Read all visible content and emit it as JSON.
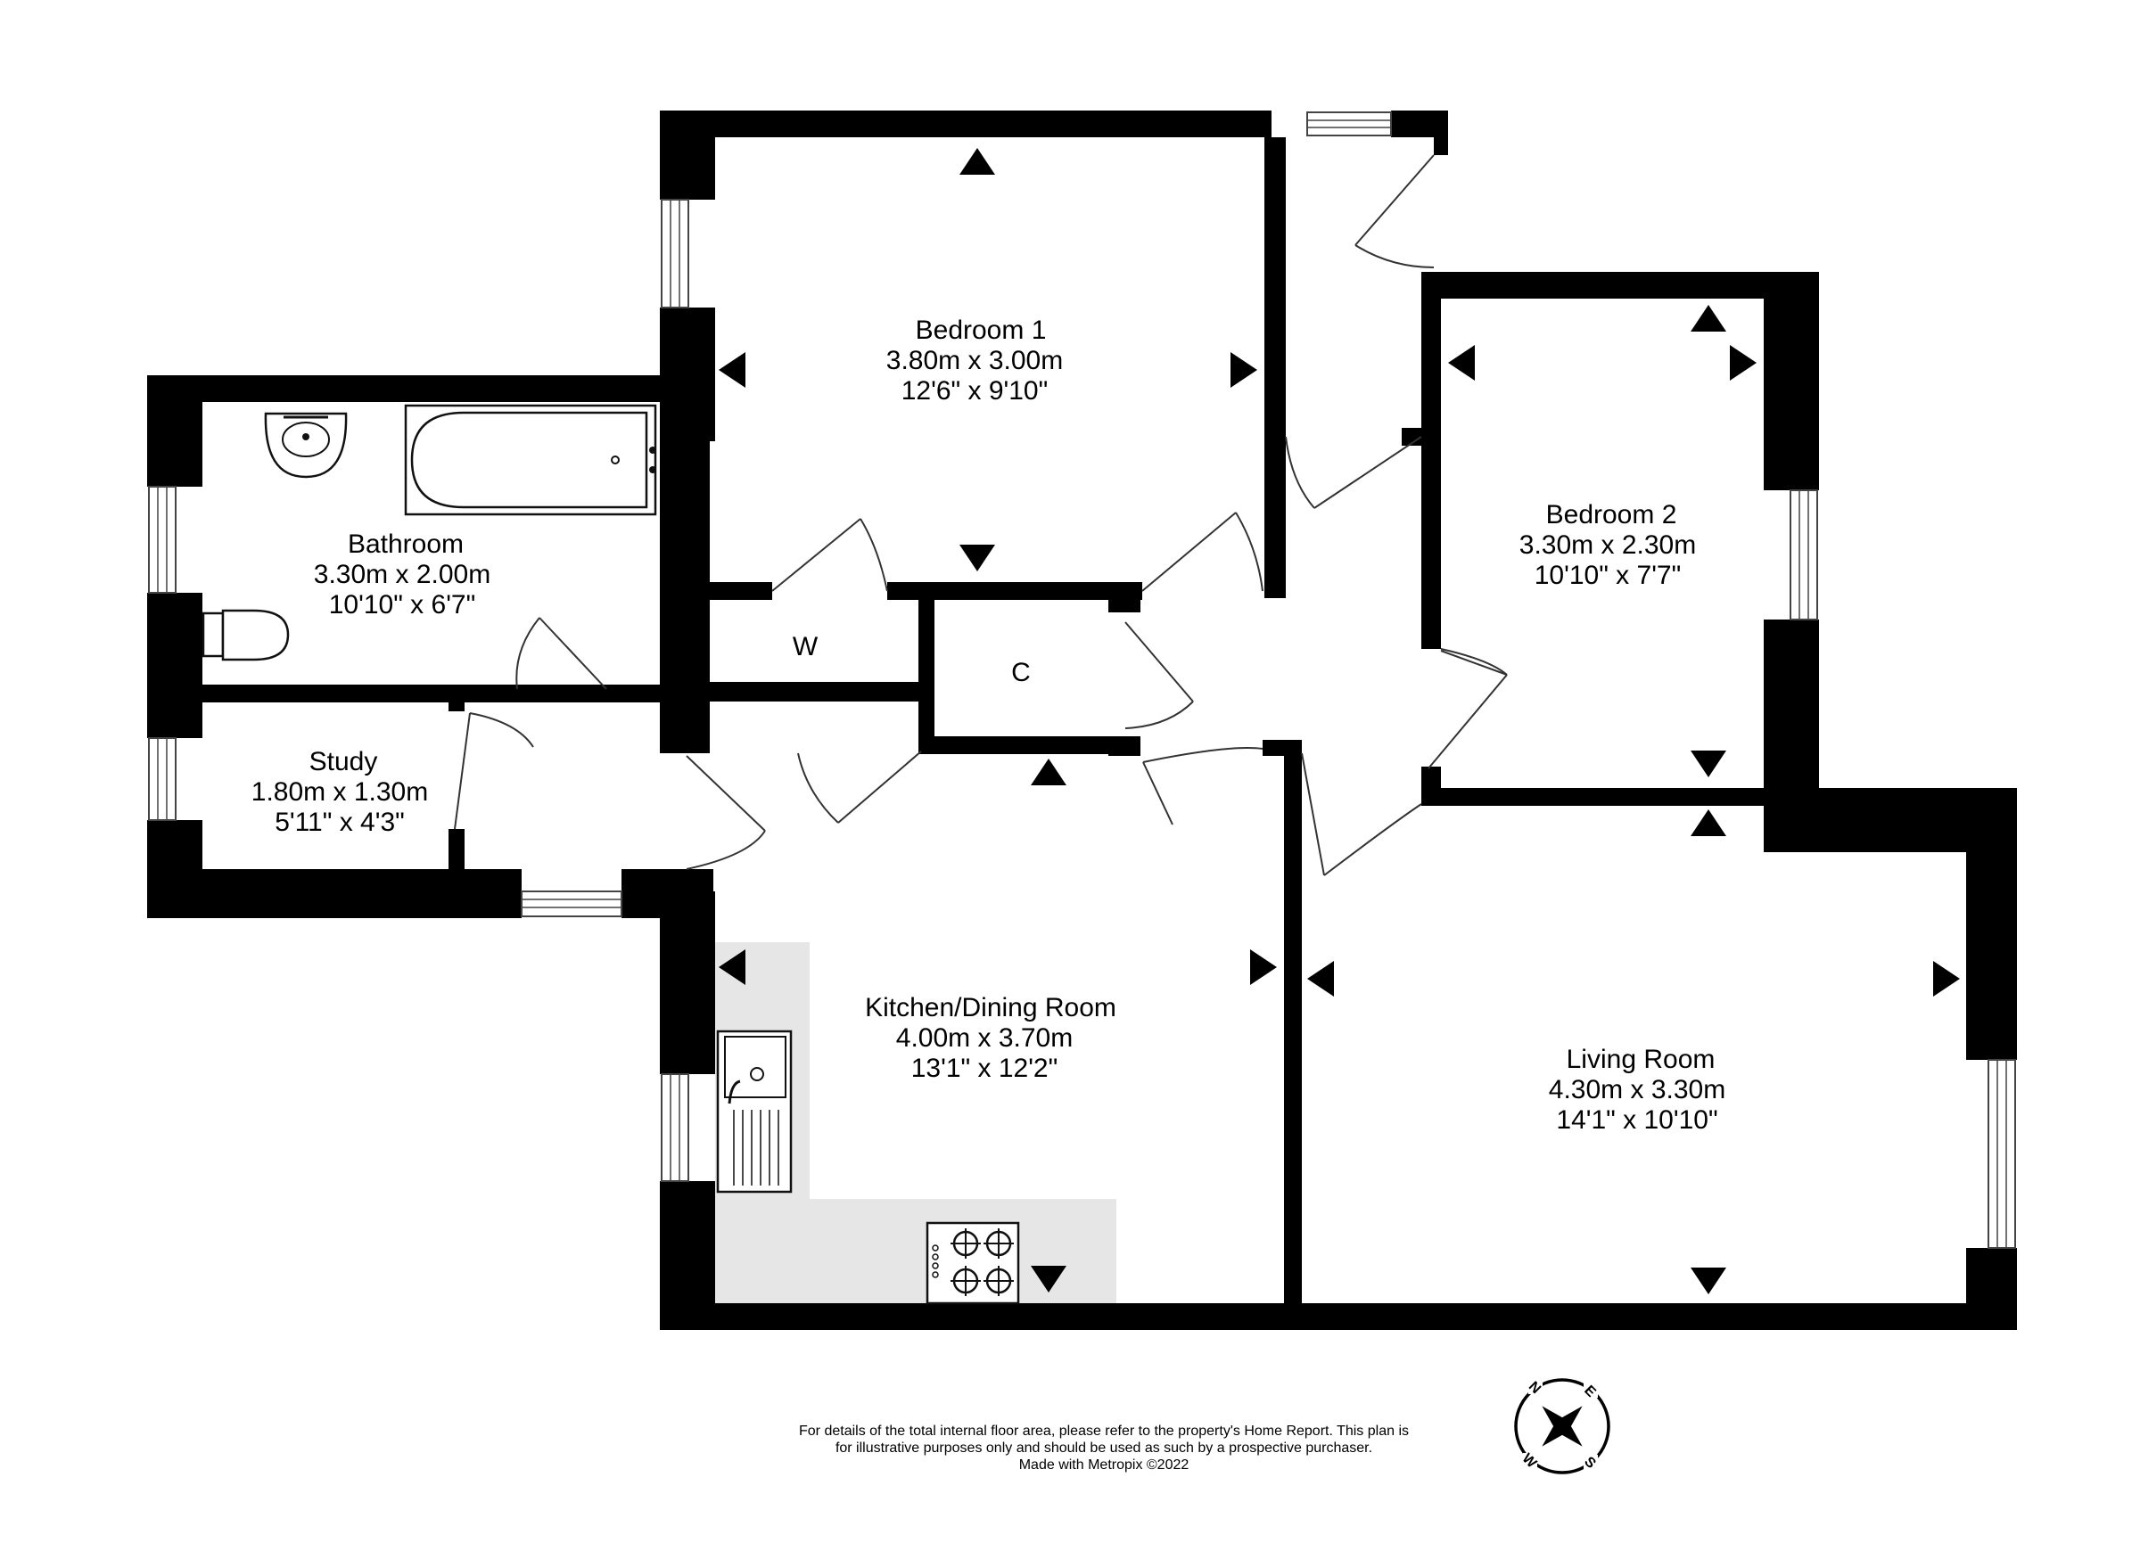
{
  "rooms": {
    "bedroom1": {
      "name": "Bedroom 1",
      "metric": "3.80m  x 3.00m",
      "imperial": "12'6\"  x 9'10\""
    },
    "bedroom2": {
      "name": "Bedroom 2",
      "metric": "3.30m  x 2.30m",
      "imperial": "10'10\"  x 7'7\""
    },
    "bathroom": {
      "name": "Bathroom",
      "metric": "3.30m  x 2.00m",
      "imperial": "10'10\"  x 6'7\""
    },
    "study": {
      "name": "Study",
      "metric": "1.80m  x 1.30m",
      "imperial": "5'11\"  x 4'3\""
    },
    "kitchen": {
      "name": "Kitchen/Dining Room",
      "metric": "4.00m  x 3.70m",
      "imperial": "13'1\"  x 12'2\""
    },
    "living": {
      "name": "Living Room",
      "metric": "4.30m  x 3.30m",
      "imperial": "14'1\"  x 10'10\""
    },
    "wardrobe": {
      "name": "W"
    },
    "cupboard": {
      "name": "C"
    }
  },
  "footer": {
    "line1": "For details of the total internal floor area, please refer to the property's Home Report. This plan is",
    "line2": "for illustrative purposes only and should be used as such by a prospective purchaser.",
    "line3": "Made with Metropix ©2022"
  },
  "compass": {
    "n": "N",
    "e": "E",
    "s": "S",
    "w": "W"
  }
}
